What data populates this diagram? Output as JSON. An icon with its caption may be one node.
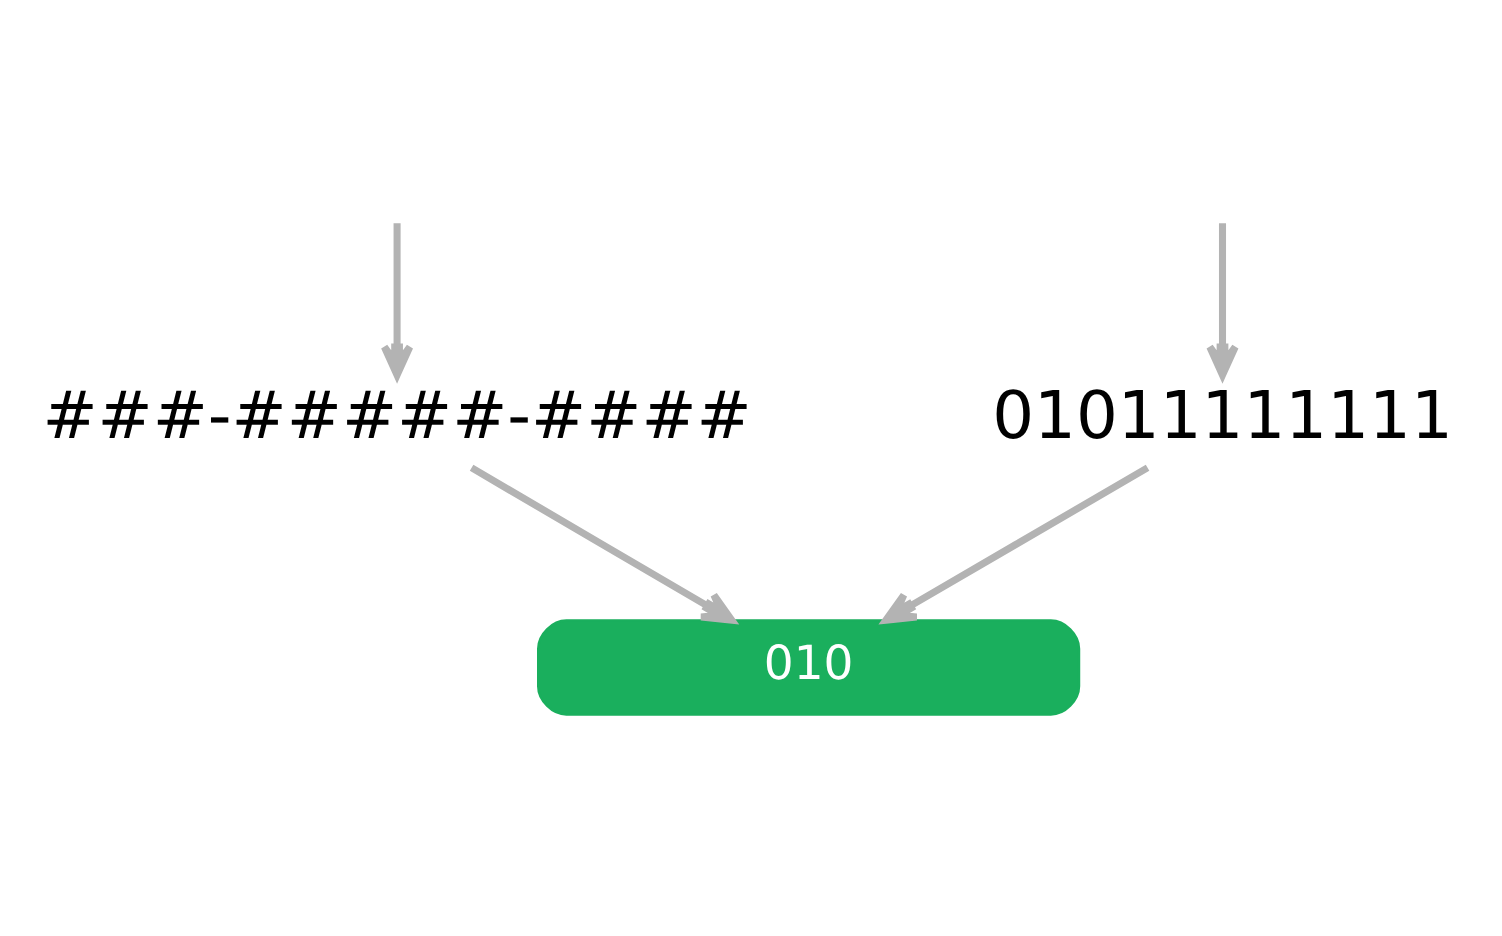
{
  "diagram": {
    "nodes": [
      {
        "text": [
          "01011111111"
        ]
      },
      {
        "text": [
          "###-#####-####"
        ]
      },
      {
        "text": [
          "010"
        ]
      }
    ],
    "edges": [
      {
        "from": null,
        "to": 0,
        "arrow": "to"
      },
      {
        "from": null,
        "to": 1,
        "arrow": "to"
      },
      {
        "from": 0,
        "to": 2,
        "arrow": "to"
      },
      {
        "from": 1,
        "to": 2,
        "arrow": "to"
      }
    ]
  }
}
